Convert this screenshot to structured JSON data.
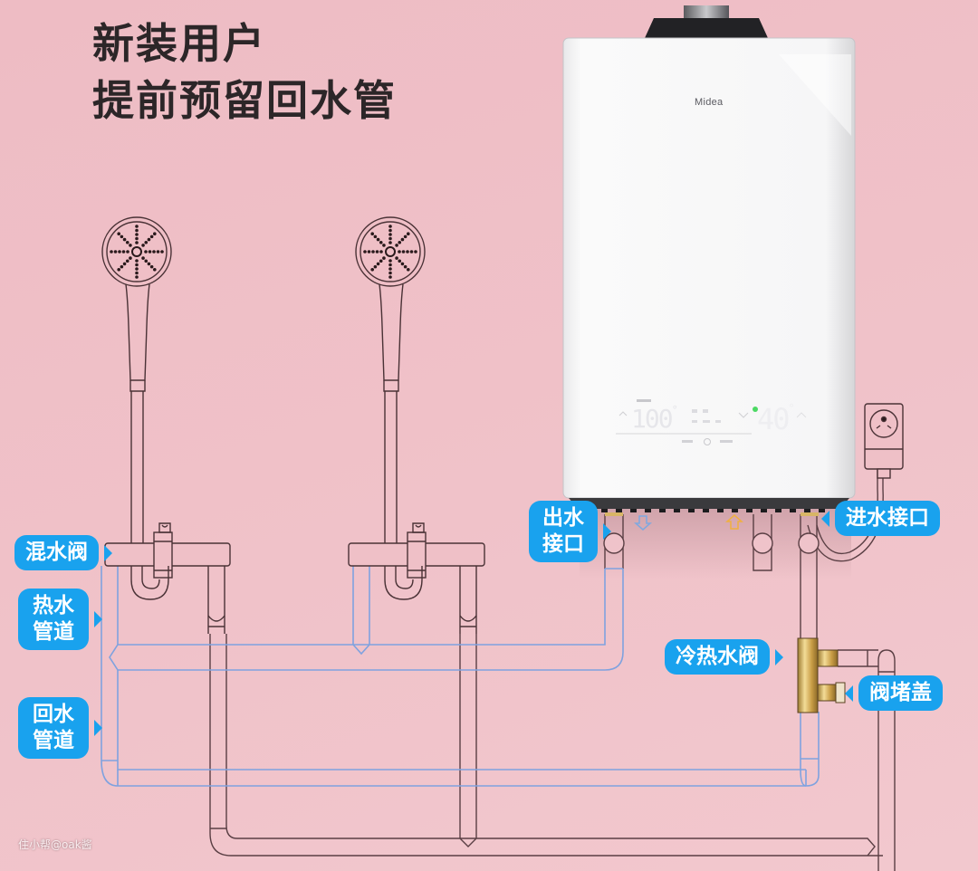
{
  "headline": {
    "line1": "新装用户",
    "line2": "提前预留回水管"
  },
  "heater": {
    "brand": "Midea",
    "display": {
      "left_value": "100",
      "left_unit": "°",
      "right_value": "40",
      "right_unit": "°",
      "status_dot_color": "#4cd964"
    },
    "arrows": {
      "outlet_arrow_color": "#7fa8e0",
      "inlet_arrow_color": "#f0b040"
    }
  },
  "callouts": {
    "mixing_valve": "混水阀",
    "hot_pipe_line1": "热水",
    "hot_pipe_line2": "管道",
    "return_pipe_line1": "回水",
    "return_pipe_line2": "管道",
    "outlet_line1": "出水",
    "outlet_line2": "接口",
    "inlet": "进水接口",
    "hot_cold_valve": "冷热水阀",
    "valve_cap": "阀堵盖"
  },
  "colors": {
    "background": "#efbfc6",
    "callout_blue": "#19a2ee",
    "hot_pipe_outline": "#7fa2df",
    "pipe_outline": "#5a3f44",
    "brass": "#d8b566"
  },
  "watermark": "住小帮@oak酱"
}
